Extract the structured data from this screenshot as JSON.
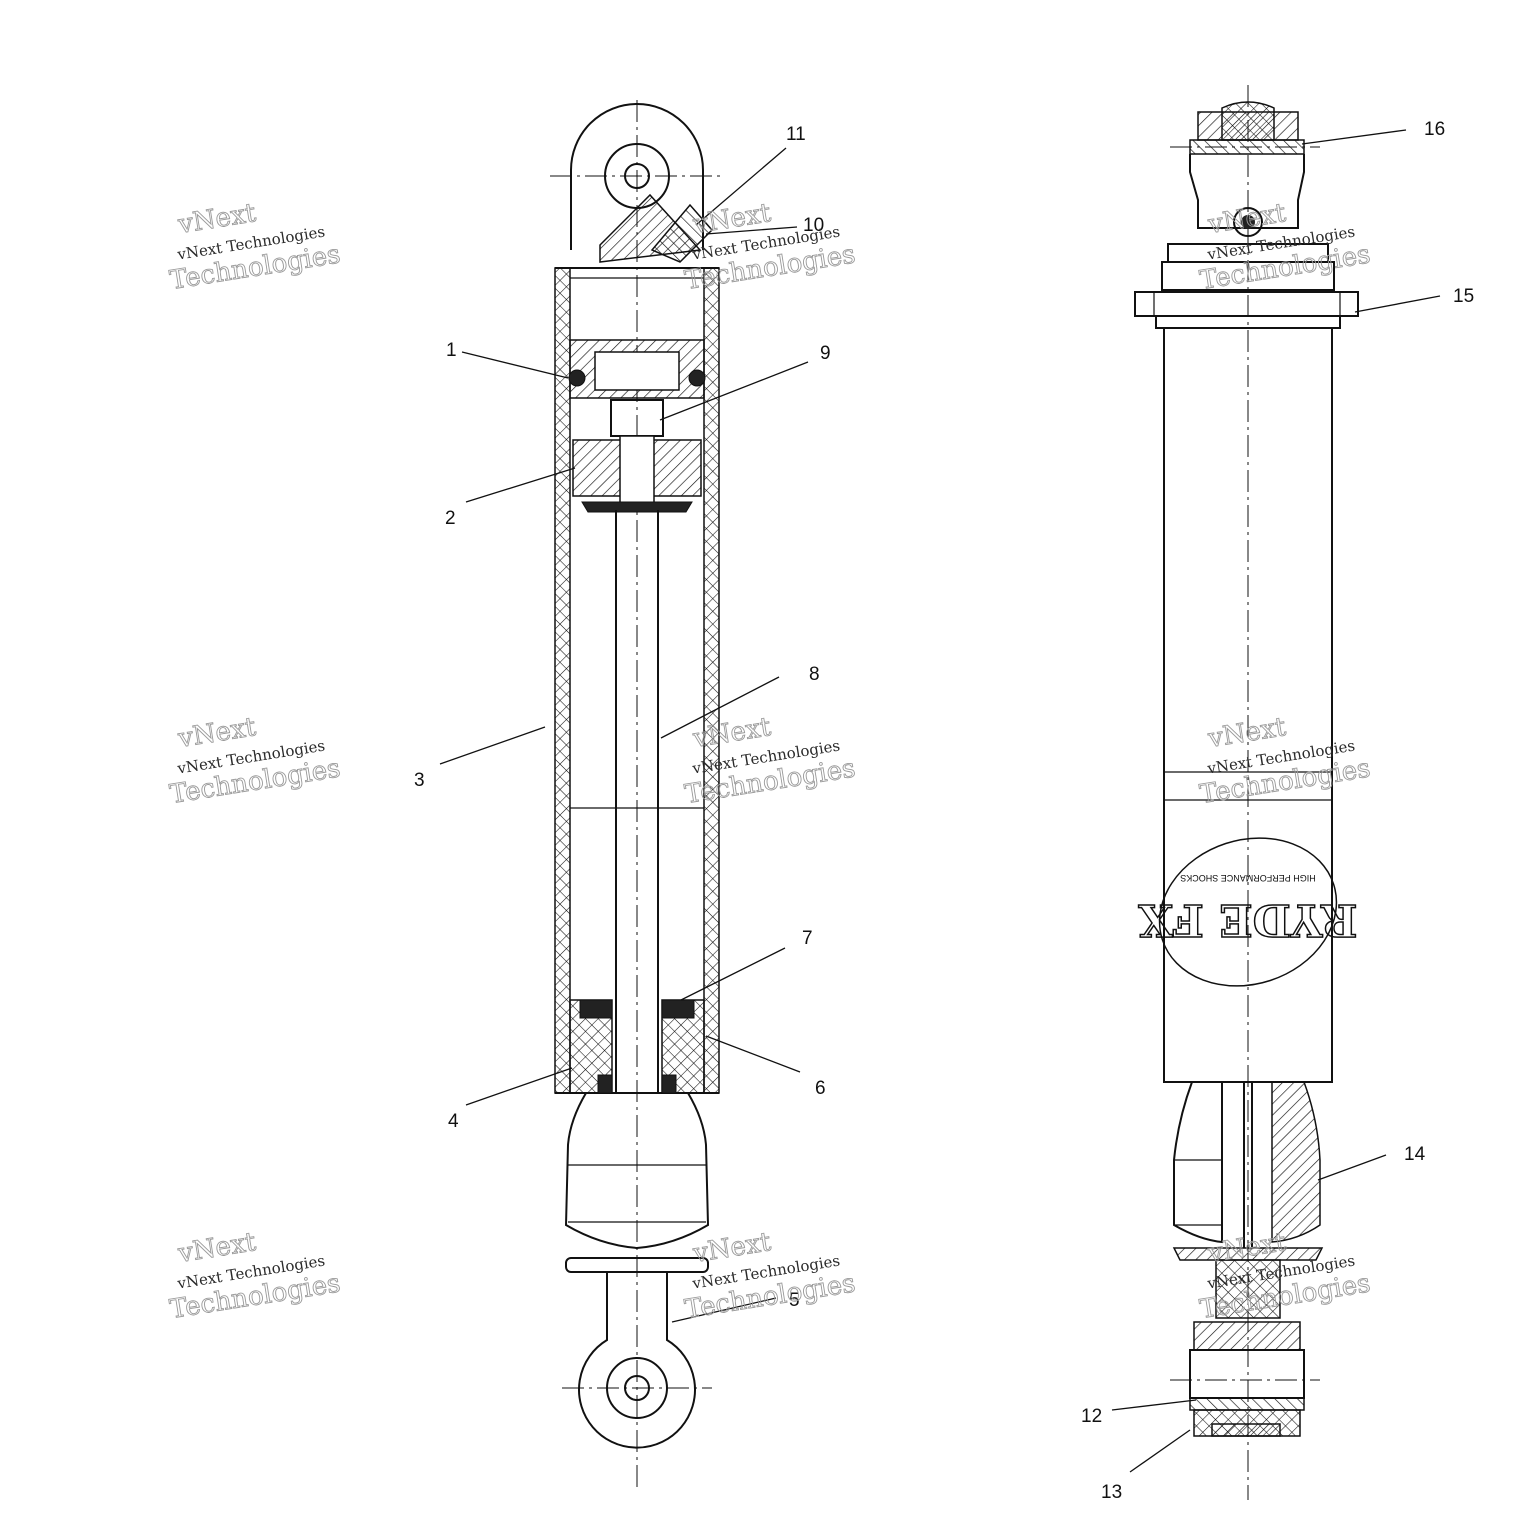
{
  "diagram": {
    "callouts": [
      "1",
      "2",
      "3",
      "4",
      "5",
      "6",
      "7",
      "8",
      "9",
      "10",
      "11",
      "12",
      "13",
      "14",
      "15",
      "16"
    ],
    "watermark": {
      "line1": "vNext",
      "line2": "vNext Technologies",
      "line3": "Technologies"
    },
    "logo_text": {
      "brand": "RYDE FX",
      "tagline": "HIGH PERFORMANCE SHOCKS"
    }
  }
}
